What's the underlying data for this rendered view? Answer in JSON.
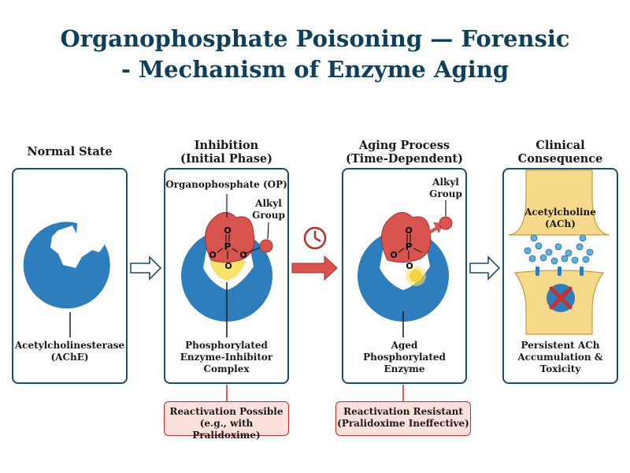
{
  "title": {
    "line1": "Organophosphate Poisoning — Forensic",
    "line2": "- Mechanism of Enzyme Aging"
  },
  "stages": [
    {
      "heading1": "Normal State",
      "heading2": "",
      "enzyme_label1": "Acetylcholinesterase",
      "enzyme_label2": "(AChE)"
    },
    {
      "heading1": "Inhibition",
      "heading2": "(Initial Phase)",
      "op_label": "Organophosphate (OP)",
      "alkyl1": "Alkyl",
      "alkyl2": "Group",
      "label1": "Phosphorylated",
      "label2": "Enzyme-Inhibitor",
      "label3": "Complex"
    },
    {
      "heading1": "Aging Process",
      "heading2": "(Time-Dependent)",
      "alkyl1": "Alkyl",
      "alkyl2": "Group",
      "label1": "Aged",
      "label2": "Phosphorylated",
      "label3": "Enzyme"
    },
    {
      "heading1": "Clinical",
      "heading2": "Consequence",
      "ach1": "Acetylcholine",
      "ach2": "(ACh)",
      "label1": "Persistent ACh",
      "label2": "Accumulation &",
      "label3": "Toxicity"
    }
  ],
  "phosphate": {
    "p": "P",
    "o": "O"
  },
  "notes": {
    "possible1": "Reactivation Possible",
    "possible2": "(e.g., with Pralidoxime)",
    "resistant1": "Reactivation Resistant",
    "resistant2": "(Pralidoxime Ineffective)"
  },
  "icons": [
    "clock-icon",
    "red-arrow-icon",
    "outline-arrow-icon",
    "cross-icon"
  ],
  "colors": {
    "title": "#0e3f5c",
    "enzyme": "#2e7dbd",
    "organophosphate": "#d9534f",
    "highlight": "#f7e36b",
    "panel_border": "#1d4e6c",
    "note_bg": "#fbe0dc",
    "synapse": "#f6d98a"
  }
}
